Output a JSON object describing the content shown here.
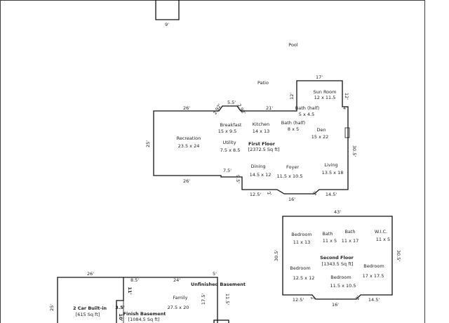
{
  "colors": {
    "wall": "#111111",
    "background": "#ffffff",
    "text": "#222222"
  },
  "exterior": {
    "top_dim": "9'",
    "pool": "Pool",
    "patio": "Patio"
  },
  "first_floor": {
    "title": "First Floor",
    "area": "[2372.5 Sq ft]",
    "dims": {
      "top_left": "26'",
      "bump": "5.5'",
      "bump_side_a": "2.92'",
      "bump_side_b": "2.92'",
      "top_mid": "21'",
      "sun_top": "17'",
      "sun_left": "12'",
      "sun_right": "12'",
      "sun_step": "4'",
      "left": "25'",
      "right": "30.5'",
      "bottom_left": "26'",
      "notch_w": "7.5'",
      "notch_h": "9.5'",
      "bottom_a": "12.5'",
      "bottom_a2": "2'",
      "bottom_b": "16'",
      "bottom_c2": "2'",
      "bottom_c": "14.5'"
    },
    "rooms": [
      {
        "name": "Sun Room",
        "size": "12 x 11.5"
      },
      {
        "name": "Bath (half)",
        "size": "5 x 4.5"
      },
      {
        "name": "Breakfast",
        "size": "15 x 9.5"
      },
      {
        "name": "Kitchen",
        "size": "14 x 13"
      },
      {
        "name": "Bath (half)",
        "size": "8 x 5"
      },
      {
        "name": "Den",
        "size": "15 x 22"
      },
      {
        "name": "Recreation",
        "size": "23.5 x 24"
      },
      {
        "name": "Utility",
        "size": "7.5 x 8.5"
      },
      {
        "name": "Dining",
        "size": "14.5 x 12"
      },
      {
        "name": "Foyer",
        "size": "11.5 x 10.5"
      },
      {
        "name": "Living",
        "size": "13.5 x 18"
      }
    ]
  },
  "second_floor": {
    "title": "Second Floor",
    "area": "[1343.5 Sq ft]",
    "dims": {
      "top": "43'",
      "left": "30.5'",
      "right": "30.5'",
      "bottom_a": "12.5'",
      "bottom_a2": "2'",
      "bottom_b": "16'",
      "bottom_c2": "2'",
      "bottom_c": "14.5'"
    },
    "rooms": [
      {
        "name": "Bedroom",
        "size": "11 x 13"
      },
      {
        "name": "Bath",
        "size": "11 x 5"
      },
      {
        "name": "Bath",
        "size": "11 x 17"
      },
      {
        "name": "W.I.C.",
        "size": "11 x 5"
      },
      {
        "name": "Bedroom",
        "size": "12.5 x 12"
      },
      {
        "name": "Bedroom",
        "size": "11.5 x 10.5"
      },
      {
        "name": "Bedroom",
        "size": "17 x 17.5"
      }
    ]
  },
  "basement": {
    "garage_title": "2 Car Built-in",
    "garage_area": "[615 Sq ft]",
    "finish_title": "Finish Basement",
    "finish_area": "[1084.5 Sq ft]",
    "unfinished": "Unfinished Basement",
    "family": {
      "name": "Family",
      "size": "27.5 x 20"
    },
    "dims": {
      "top_a": "26'",
      "top_b": "8.5'",
      "top_c": "24'",
      "top_d": "5'",
      "left": "25'",
      "step_a": "11'",
      "step_b": "3.5'",
      "step_c": "17.5'",
      "step_d": "11.5'",
      "step_e": "10'"
    }
  }
}
